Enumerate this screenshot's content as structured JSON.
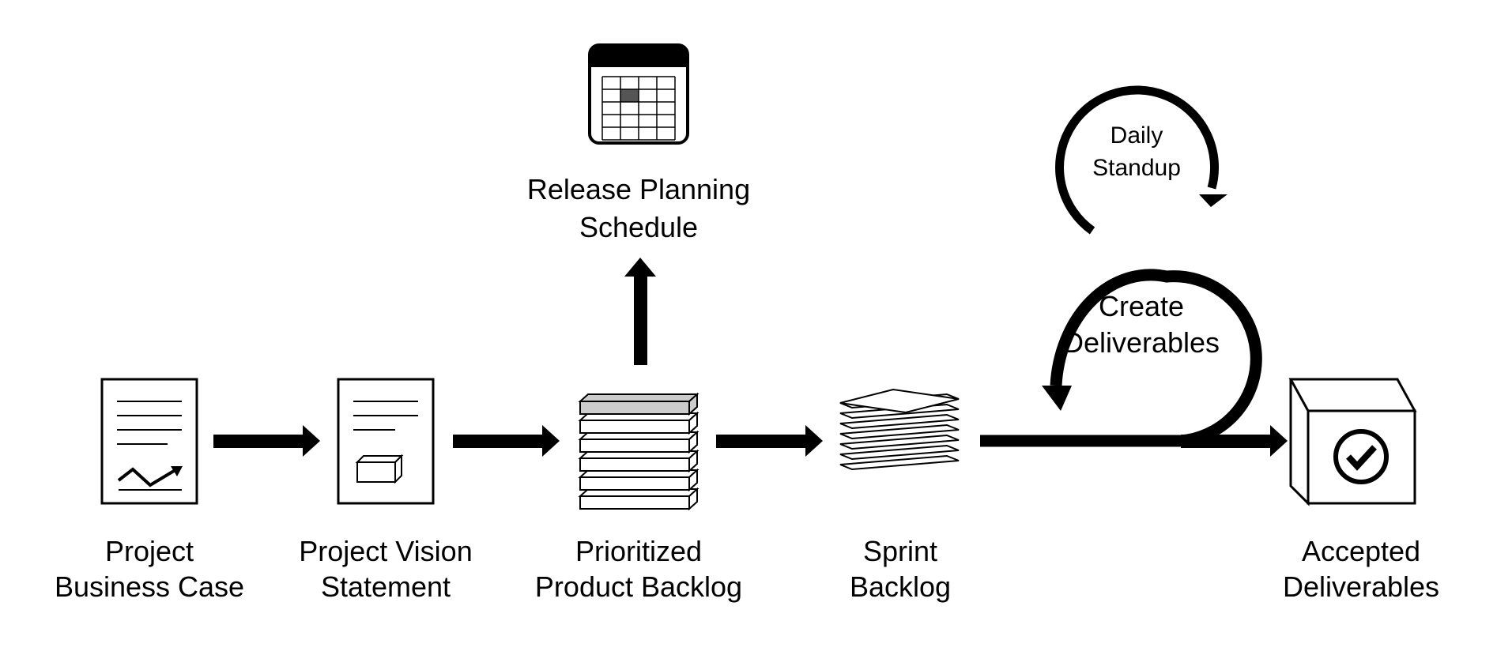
{
  "diagram": {
    "stages": [
      {
        "line1": "Project",
        "line2": "Business Case"
      },
      {
        "line1": "Project Vision",
        "line2": "Statement"
      },
      {
        "line1": "Prioritized",
        "line2": "Product Backlog"
      },
      {
        "line1": "Sprint",
        "line2": "Backlog"
      },
      {
        "line1": "Accepted",
        "line2": "Deliverables"
      }
    ],
    "release_planning": {
      "line1": "Release Planning",
      "line2": "Schedule"
    },
    "create_deliverables": {
      "line1": "Create",
      "line2": "Deliverables"
    },
    "daily_standup": {
      "line1": "Daily",
      "line2": "Standup"
    }
  },
  "colors": {
    "ink": "#000000",
    "background": "#ffffff",
    "highlight_gray": "#cccccc",
    "calendar_cell": "#555555"
  }
}
